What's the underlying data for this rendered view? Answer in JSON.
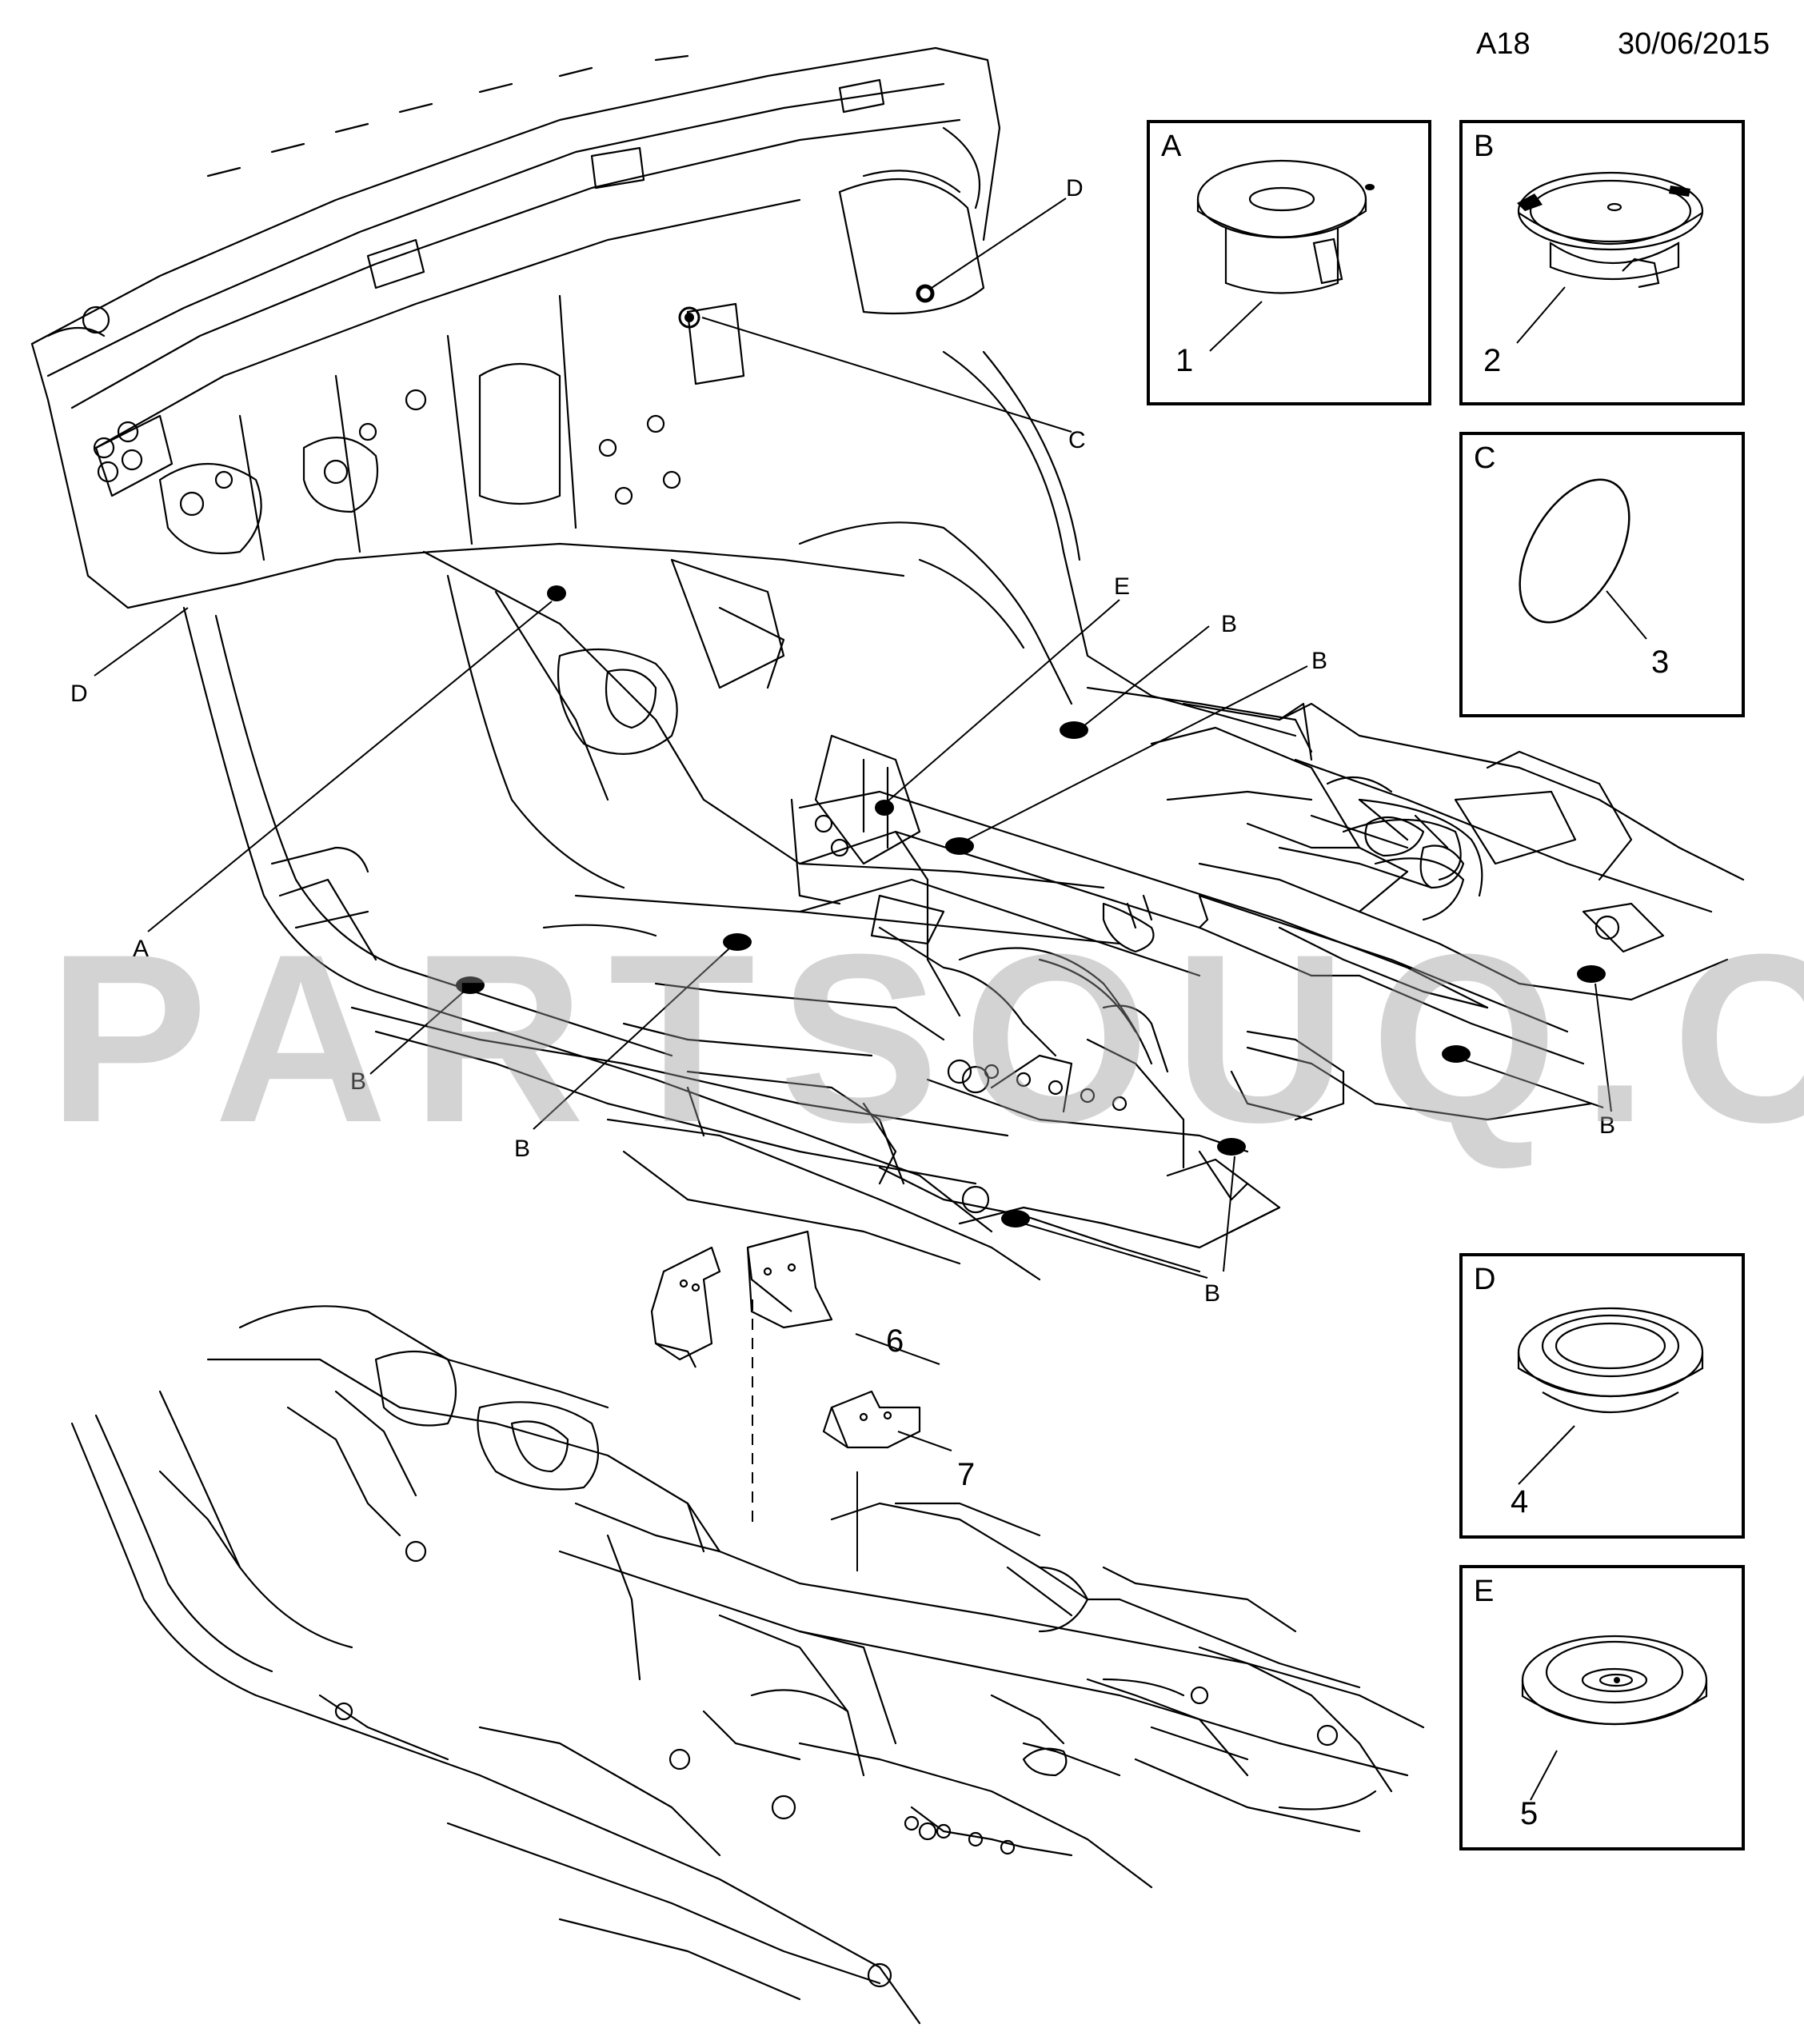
{
  "header": {
    "code": "A18",
    "date": "30/06/2015"
  },
  "watermark": "PARTSOUQ.COM",
  "panels": [
    {
      "letter": "A",
      "part_number": "1",
      "part": "plug-icon"
    },
    {
      "letter": "B",
      "part_number": "2",
      "part": "drain-plug-icon"
    },
    {
      "letter": "C",
      "part_number": "3",
      "part": "o-ring-icon"
    },
    {
      "letter": "D",
      "part_number": "4",
      "part": "grommet-icon"
    },
    {
      "letter": "E",
      "part_number": "5",
      "part": "grommet-flat-icon"
    }
  ],
  "callouts": {
    "d_top": "D",
    "c_top": "C",
    "e_mid": "E",
    "b1": "B",
    "b2": "B",
    "d_left": "D",
    "a_left": "A",
    "b_left": "B",
    "b_center": "B",
    "b_right": "B",
    "b_bottom": "B"
  },
  "parts": {
    "bracket_6": "6",
    "bracket_7": "7"
  },
  "colors": {
    "line": "#000000",
    "marker": "#000000",
    "watermark": "#969696"
  }
}
